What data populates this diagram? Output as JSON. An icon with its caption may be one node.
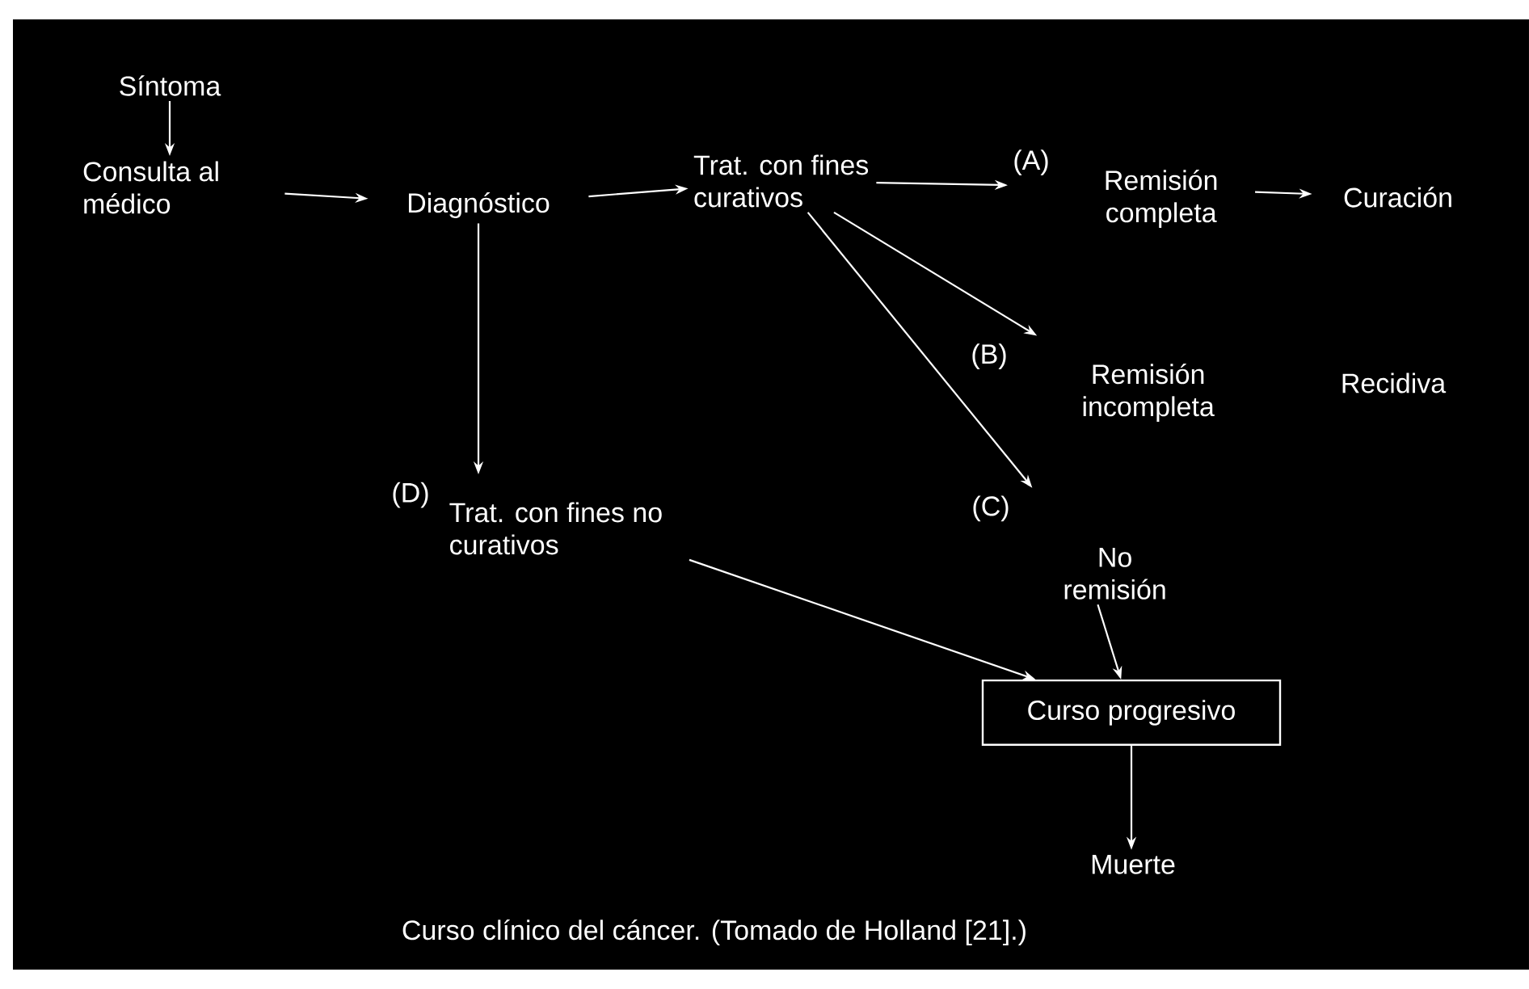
{
  "diagram": {
    "caption": "Curso clínico del cáncer. (Tomado de Holland [21].)",
    "nodes": [
      {
        "text": [
          "Síntoma"
        ]
      },
      {
        "text": [
          "Consulta al médico"
        ]
      },
      {
        "text": [
          "Diagnóstico"
        ]
      },
      {
        "text": [
          "Trat. con fines curativos"
        ]
      },
      {
        "text": [
          "(A)",
          "Remisión completa"
        ]
      },
      {
        "text": [
          "Curación"
        ]
      },
      {
        "text": [
          "(B)",
          "Remisión incompleta"
        ]
      },
      {
        "text": [
          "(C)",
          "No remisión"
        ]
      },
      {
        "text": [
          "(D)",
          "Trat. con fines no curativos"
        ]
      },
      {
        "text": [
          "Curso progresivo"
        ]
      },
      {
        "text": [
          "Muerte"
        ]
      }
    ],
    "edges": [
      {
        "from": 0,
        "to": 1,
        "arrow": "to"
      },
      {
        "from": 1,
        "to": 2,
        "arrow": "to"
      },
      {
        "from": 2,
        "to": 3,
        "arrow": "to"
      },
      {
        "from": 3,
        "to": 4,
        "arrow": "to"
      },
      {
        "from": 4,
        "to": 5,
        "arrow": "to"
      },
      {
        "from": 3,
        "to": 6,
        "arrow": "to"
      },
      {
        "from": 3,
        "to": 7,
        "arrow": "to"
      },
      {
        "from": 2,
        "to": 8,
        "arrow": "to"
      },
      {
        "from": 8,
        "to": 9,
        "arrow": "to"
      },
      {
        "from": 7,
        "to": 9,
        "arrow": "to"
      },
      {
        "from": 9,
        "to": 10,
        "arrow": "to"
      }
    ],
    "labels": [
      "Recidiva"
    ]
  }
}
